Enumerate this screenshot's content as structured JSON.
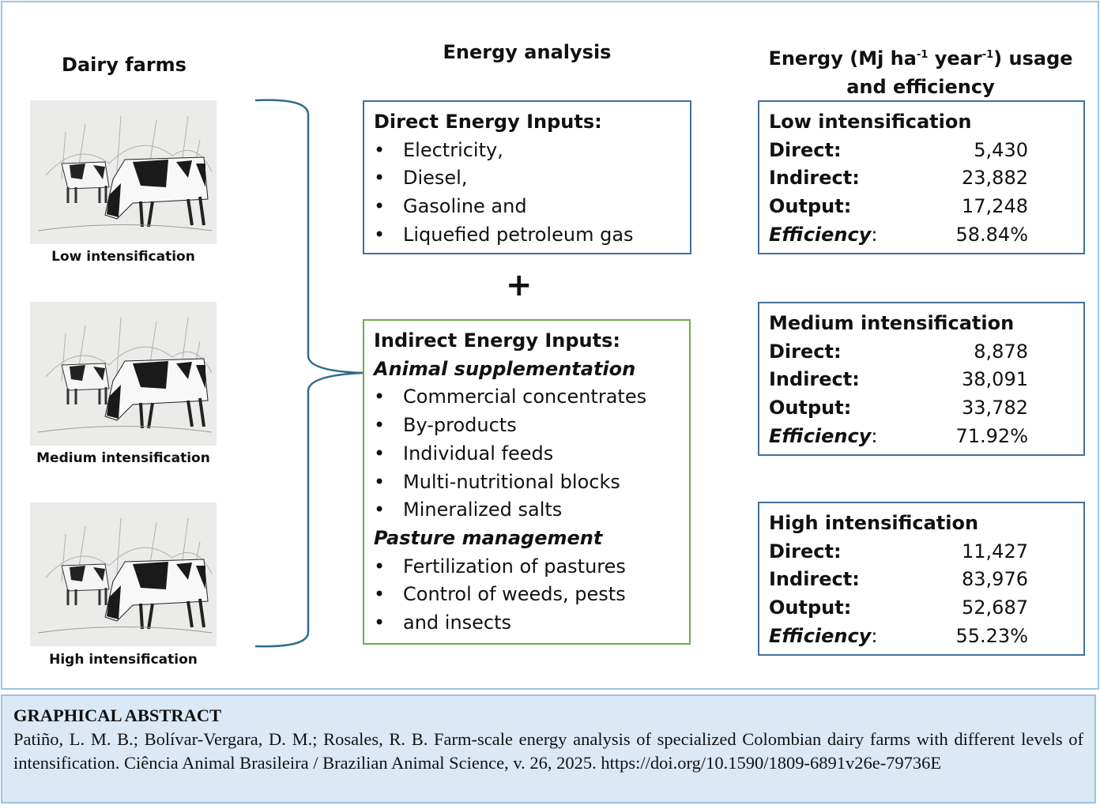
{
  "headers": {
    "farms": "Dairy farms",
    "analysis": "Energy analysis",
    "usage_a": "Energy (Mj ha",
    "usage_sup1": "-1",
    "usage_b": " year",
    "usage_sup2": "-1",
    "usage_c": ") usage",
    "usage_d": "and efficiency"
  },
  "farms": [
    {
      "label": "Low intensification"
    },
    {
      "label": "Medium intensification"
    },
    {
      "label": "High intensification"
    }
  ],
  "direct": {
    "title": "Direct Energy Inputs:",
    "items": [
      "Electricity,",
      "Diesel,",
      "Gasoline and",
      "Liquefied petroleum gas"
    ]
  },
  "plus": "+",
  "indirect": {
    "title": "Indirect Energy Inputs:",
    "sub1": "Animal supplementation",
    "items1": [
      "Commercial concentrates",
      "By-products",
      "Individual feeds",
      "Multi-nutritional blocks",
      "Mineralized salts"
    ],
    "sub2": "Pasture management",
    "items2": [
      "Fertilization of pastures",
      "Control of weeds, pests",
      "and insects"
    ]
  },
  "labels": {
    "direct": "Direct:",
    "indirect": "Indirect:",
    "output": "Output:",
    "efficiency": "Efficiency",
    "colon": ":"
  },
  "results": [
    {
      "title": "Low intensification",
      "direct": "5,430",
      "indirect": "23,882",
      "output": "17,248",
      "efficiency": "58.84%"
    },
    {
      "title": "Medium intensification",
      "direct": "8,878",
      "indirect": "38,091",
      "output": "33,782",
      "efficiency": "71.92%"
    },
    {
      "title": "High intensification",
      "direct": "11,427",
      "indirect": "83,976",
      "output": "52,687",
      "efficiency": "55.23%"
    }
  ],
  "footer": {
    "title": "GRAPHICAL ABSTRACT",
    "citation": "Patiño, L. M. B.; Bolívar-Vergara, D. M.; Rosales, R. B. Farm-scale energy analysis of specialized Colombian dairy farms with different levels of intensification. Ciência Animal Brasileira / Brazilian Animal Science, v. 26, 2025. https://doi.org/10.1590/1809-6891v26e-79736E"
  }
}
